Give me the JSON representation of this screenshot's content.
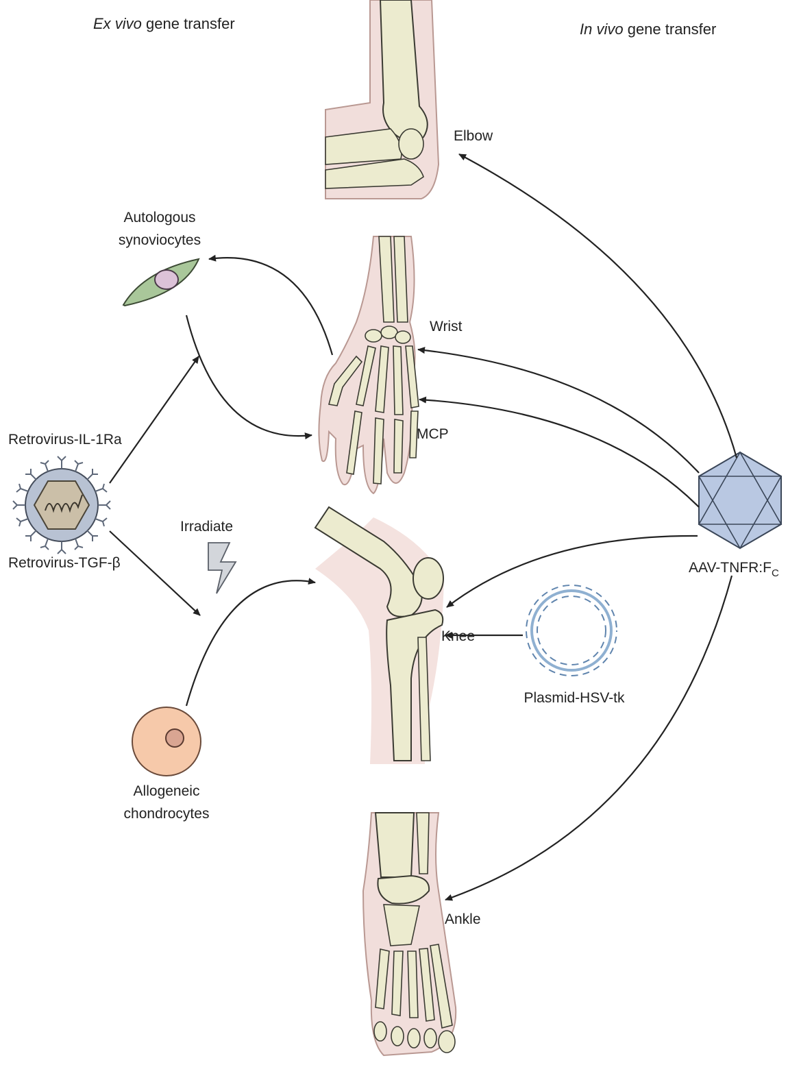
{
  "headings": {
    "ex_vivo_italic": "Ex vivo",
    "ex_vivo_rest": " gene transfer",
    "in_vivo_italic": "In vivo",
    "in_vivo_rest": " gene transfer"
  },
  "joints": {
    "elbow": "Elbow",
    "wrist": "Wrist",
    "mcp": "MCP",
    "knee": "Knee",
    "ankle": "Ankle"
  },
  "vectors": {
    "retrovirus_il1ra": "Retrovirus-IL-1Ra",
    "retrovirus_tgfb": "Retrovirus-TGF-β",
    "aav_main": "AAV-TNFR:F",
    "aav_subscript": "C",
    "plasmid": "Plasmid-HSV-tk"
  },
  "cells": {
    "autologous_line1": "Autologous",
    "autologous_line2": "synoviocytes",
    "allogeneic_line1": "Allogeneic",
    "allogeneic_line2": "chondrocytes"
  },
  "process": {
    "irradiate": "Irradiate"
  },
  "colors": {
    "skin": "#f1dedb",
    "bone": "#ecebcf",
    "synoviocyte": "#a9c79a",
    "chondrocyte": "#f6c9aa",
    "aav_capsid": "#b9c8e2",
    "plasmid": "#8fb0d1",
    "retrovirus": "#aab6c8"
  }
}
